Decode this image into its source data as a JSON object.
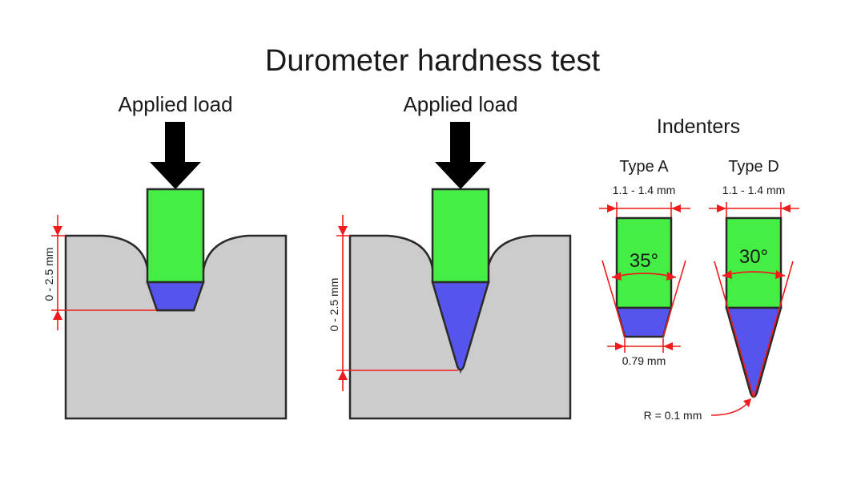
{
  "title": "Durometer hardness test",
  "left_test": {
    "load_label": "Applied load",
    "depth_label": "0 - 2.5 mm"
  },
  "right_test": {
    "load_label": "Applied load",
    "depth_label": "0 - 2.5 mm"
  },
  "indenters": {
    "title": "Indenters",
    "type_a": {
      "label": "Type A",
      "width_label": "1.1 - 1.4 mm",
      "angle_label": "35°",
      "tip_label": "0.79 mm"
    },
    "type_d": {
      "label": "Type D",
      "width_label": "1.1 - 1.4 mm",
      "angle_label": "30°",
      "radius_label": "R = 0.1 mm"
    }
  },
  "colors": {
    "indenter_body": "#44ee44",
    "indenter_tip": "#5555ee",
    "material": "#cccccc",
    "dimension_lines": "#ee1c1c",
    "arrow": "#000000"
  }
}
